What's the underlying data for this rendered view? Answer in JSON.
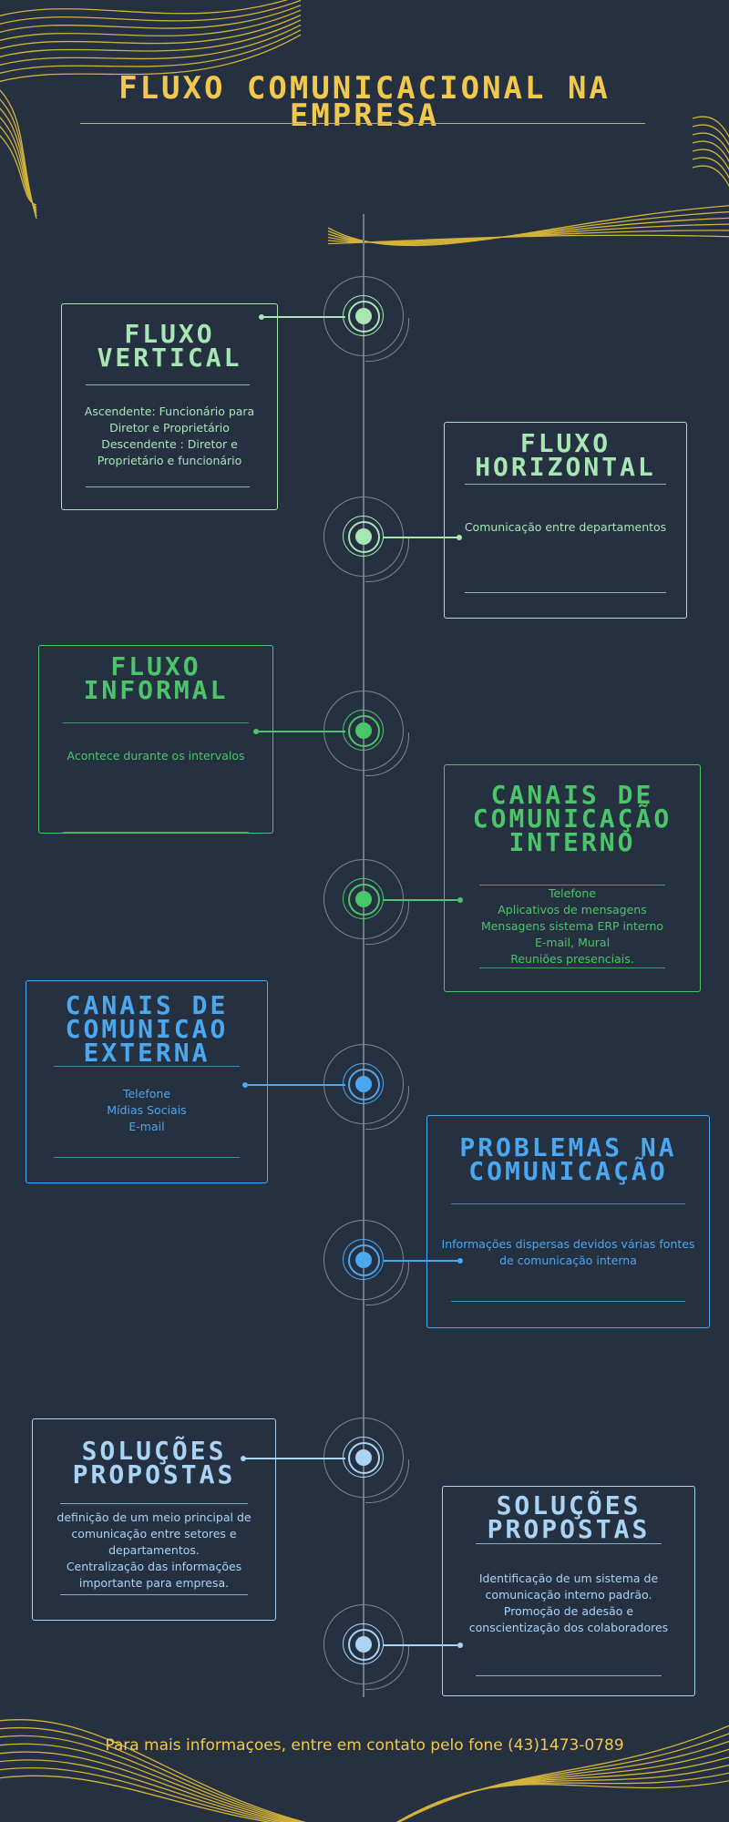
{
  "header": {
    "title": "FLUXO COMUNICACIONAL NA EMPRESA"
  },
  "cards": [
    {
      "title": "FLUXO VERTICAL",
      "lines": [
        "Ascendente: Funcionário para",
        "Diretor e Proprietário",
        "Descendente : Diretor e",
        "Proprietário e funcionário"
      ],
      "color": "#a8e6b4"
    },
    {
      "title": "FLUXO HORIZONTAL",
      "lines": [
        "Comunicação entre departamentos"
      ],
      "color": "#a8e6b4"
    },
    {
      "title": "FLUXO INFORMAL",
      "lines": [
        "Acontece durante os intervalos"
      ],
      "color": "#4cc46a"
    },
    {
      "title": "CANAIS DE COMUNICAÇÃO INTERNO",
      "lines": [
        "Telefone",
        "Aplicativos de mensagens",
        "Mensagens sistema ERP interno",
        "E-mail, Mural",
        "Reuniões presenciais."
      ],
      "color": "#4cc46a"
    },
    {
      "title": "CANAIS DE COMUNICAO EXTERNA",
      "lines": [
        "Telefone",
        "Mídias Sociais",
        "E-mail"
      ],
      "color": "#4aa8f0"
    },
    {
      "title": "PROBLEMAS NA COMUNICAÇÃO",
      "lines": [
        "Informações dispersas devidos várias fontes",
        "de comunicação interna"
      ],
      "color": "#4aa8f0"
    },
    {
      "title": "SOLUÇÕES PROPOSTAS",
      "lines": [
        "definição de um meio principal de",
        "comunicação entre setores e",
        "departamentos.",
        "Centralização das informações",
        "importante para empresa."
      ],
      "color": "#a9d4f5"
    },
    {
      "title": "SOLUÇÕES PROPOSTAS",
      "lines": [
        "Identificação de um sistema de",
        "comunicação interno padrão.",
        "Promoção de adesão e",
        "conscientização dos colaboradores"
      ],
      "color": "#a9d4f5"
    }
  ],
  "colors": {
    "background": "#253041",
    "title": "#f2c94c",
    "timeline": "#6f7a8b"
  },
  "footer": {
    "text": "Para mais informaçoes, entre em contato pelo fone (43)1473-0789"
  }
}
